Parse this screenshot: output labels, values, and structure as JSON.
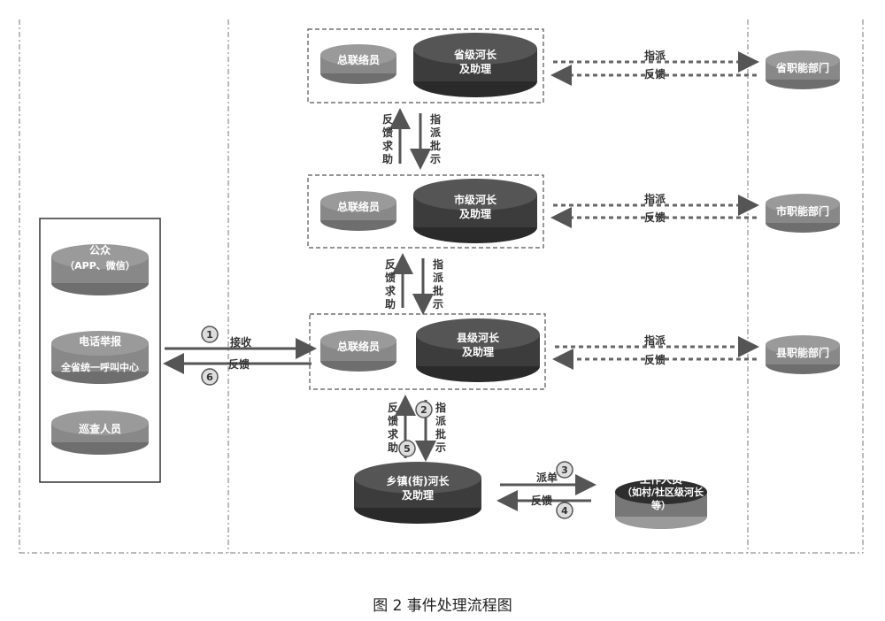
{
  "caption": "图 2  事件处理流程图",
  "public": {
    "label1": "公众",
    "label2": "（APP、微信）"
  },
  "hotline": {
    "label1": "电话举报",
    "label2": "全省统一呼叫中心"
  },
  "patrol": {
    "label": "巡查人员"
  },
  "province": {
    "liaison": "总联络员",
    "chief1": "省级河长",
    "chief2": "及助理",
    "dept": "省职能部门"
  },
  "city": {
    "liaison": "总联络员",
    "chief1": "市级河长",
    "chief2": "及助理",
    "dept": "市职能部门"
  },
  "county": {
    "liaison": "总联络员",
    "chief1": "县级河长",
    "chief2": "及助理",
    "dept": "县职能部门"
  },
  "town": {
    "chief1": "乡镇(街)河长",
    "chief2": "及助理"
  },
  "worker": {
    "label1": "工作人员",
    "label2": "（如村/社区级河长",
    "label3": "等）"
  },
  "arrows": {
    "assign": "指派",
    "feedback": "反馈",
    "receive": "接收",
    "dispatch": "派单",
    "fb_v": [
      "反",
      "馈",
      "求",
      "助"
    ],
    "as_v": [
      "指",
      "派",
      "批",
      "示"
    ]
  },
  "steps": [
    "1",
    "2",
    "3",
    "4",
    "5",
    "6"
  ]
}
